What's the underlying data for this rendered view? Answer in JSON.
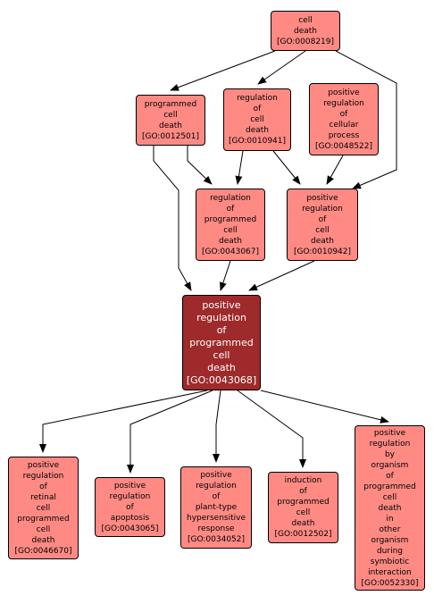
{
  "nodes": {
    "cell_death": {
      "label": "cell\ndeath\n[GO:0008219]",
      "fill": "#ff8a84",
      "text": "#000000"
    },
    "programmed_cell_death": {
      "label": "programmed\ncell\ndeath\n[GO:0012501]",
      "fill": "#ff8a84",
      "text": "#000000"
    },
    "regulation_of_cell_death": {
      "label": "regulation\nof\ncell\ndeath\n[GO:0010941]",
      "fill": "#ff8a84",
      "text": "#000000"
    },
    "positive_regulation_of_cellular_process": {
      "label": "positive\nregulation\nof\ncellular\nprocess\n[GO:0048522]",
      "fill": "#ff8a84",
      "text": "#000000"
    },
    "regulation_of_programmed_cell_death": {
      "label": "regulation\nof\nprogrammed\ncell\ndeath\n[GO:0043067]",
      "fill": "#ff8a84",
      "text": "#000000"
    },
    "positive_regulation_of_cell_death": {
      "label": "positive\nregulation\nof\ncell\ndeath\n[GO:0010942]",
      "fill": "#ff8a84",
      "text": "#000000"
    },
    "positive_regulation_of_programmed_cell_death": {
      "label": "positive\nregulation\nof\nprogrammed\ncell\ndeath\n[GO:0043068]",
      "fill": "#9e2a2b",
      "text": "#ffffff"
    },
    "positive_regulation_of_retinal_cell_programmed_cell_death": {
      "label": "positive\nregulation\nof\nretinal\ncell\nprogrammed\ncell\ndeath\n[GO:0046670]",
      "fill": "#ff8a84",
      "text": "#000000"
    },
    "positive_regulation_of_apoptosis": {
      "label": "positive\nregulation\nof\napoptosis\n[GO:0043065]",
      "fill": "#ff8a84",
      "text": "#000000"
    },
    "positive_regulation_of_plant_type_hypersensitive_response": {
      "label": "positive\nregulation\nof\nplant-type\nhypersensitive\nresponse\n[GO:0034052]",
      "fill": "#ff8a84",
      "text": "#000000"
    },
    "induction_of_programmed_cell_death": {
      "label": "induction\nof\nprogrammed\ncell\ndeath\n[GO:0012502]",
      "fill": "#ff8a84",
      "text": "#000000"
    },
    "positive_regulation_by_organism_of_programmed_cell_death_in_other_organism": {
      "label": "positive\nregulation\nby\norganism\nof\nprogrammed\ncell\ndeath\nin\nother\norganism\nduring\nsymbiotic\ninteraction\n[GO:0052330]",
      "fill": "#ff8a84",
      "text": "#000000"
    }
  },
  "edges": [
    {
      "from": "cell_death",
      "to": "programmed_cell_death"
    },
    {
      "from": "cell_death",
      "to": "regulation_of_cell_death"
    },
    {
      "from": "cell_death",
      "to": "positive_regulation_of_cell_death"
    },
    {
      "from": "programmed_cell_death",
      "to": "regulation_of_programmed_cell_death"
    },
    {
      "from": "programmed_cell_death",
      "to": "positive_regulation_of_programmed_cell_death"
    },
    {
      "from": "regulation_of_cell_death",
      "to": "regulation_of_programmed_cell_death"
    },
    {
      "from": "regulation_of_cell_death",
      "to": "positive_regulation_of_cell_death"
    },
    {
      "from": "positive_regulation_of_cellular_process",
      "to": "positive_regulation_of_cell_death"
    },
    {
      "from": "regulation_of_programmed_cell_death",
      "to": "positive_regulation_of_programmed_cell_death"
    },
    {
      "from": "positive_regulation_of_cell_death",
      "to": "positive_regulation_of_programmed_cell_death"
    },
    {
      "from": "positive_regulation_of_programmed_cell_death",
      "to": "positive_regulation_of_retinal_cell_programmed_cell_death"
    },
    {
      "from": "positive_regulation_of_programmed_cell_death",
      "to": "positive_regulation_of_apoptosis"
    },
    {
      "from": "positive_regulation_of_programmed_cell_death",
      "to": "positive_regulation_of_plant_type_hypersensitive_response"
    },
    {
      "from": "positive_regulation_of_programmed_cell_death",
      "to": "induction_of_programmed_cell_death"
    },
    {
      "from": "positive_regulation_of_programmed_cell_death",
      "to": "positive_regulation_by_organism_of_programmed_cell_death_in_other_organism"
    }
  ],
  "colors": {
    "edge": "#000000",
    "node_border": "#000000"
  }
}
